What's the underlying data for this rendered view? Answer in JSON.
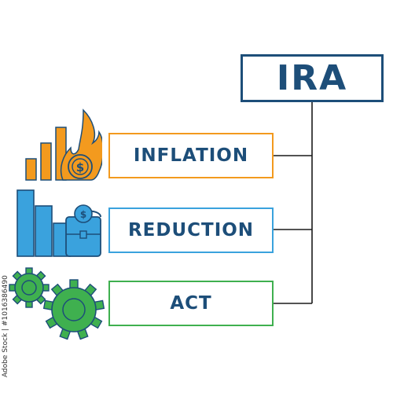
{
  "title": "IRA",
  "words": [
    {
      "text": "INFLATION",
      "color": "#f39a1e"
    },
    {
      "text": "REDUCTION",
      "color": "#3aa2dd"
    },
    {
      "text": "ACT",
      "color": "#3fb04f"
    }
  ],
  "icons": [
    "burning-money-bar-chart-icon",
    "declining-bars-briefcase-icon",
    "gears-icon"
  ],
  "watermark": "Adobe Stock | #1016386490",
  "colors": {
    "navy": "#1d4e79",
    "orange": "#f39a1e",
    "blue": "#3aa2dd",
    "green": "#3fb04f"
  }
}
